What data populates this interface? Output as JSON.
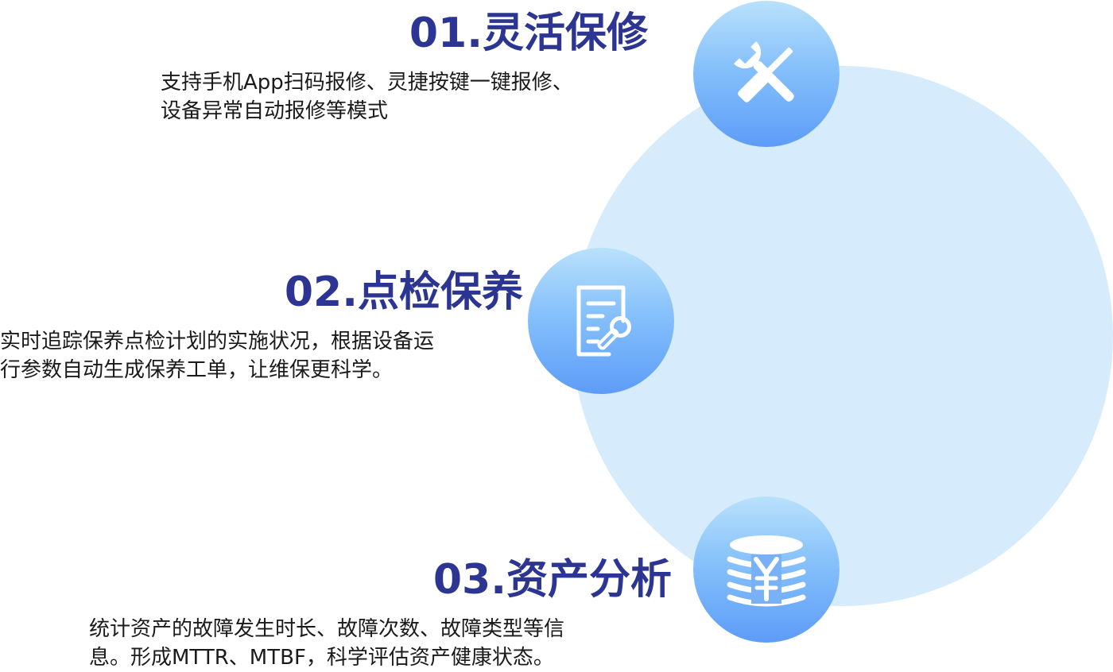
{
  "features": [
    {
      "title": "01.灵活保修",
      "lines": [
        "支持手机App扫码报修、灵捷按键一键报修、",
        "设备异常自动报修等模式"
      ],
      "icon": "wrench-screwdriver-icon"
    },
    {
      "title": "02.点检保养",
      "lines": [
        "实时追踪保养点检计划的实施状况，根据设备运",
        "行参数自动生成保养工单，让维保更科学。"
      ],
      "icon": "inspection-document-icon"
    },
    {
      "title": "03.资产分析",
      "lines": [
        "统计资产的故障发生时长、故障次数、故障类型等信",
        "息。形成MTTR、MTBF，科学评估资产健康状态。"
      ],
      "icon": "yen-coin-stack-icon"
    }
  ],
  "colors": {
    "title": "#2c3692",
    "text": "#1a1a1a",
    "big_circle": "#d6ebfc",
    "badge_top": "#b9e1fb",
    "badge_bottom": "#5d9cf8"
  }
}
